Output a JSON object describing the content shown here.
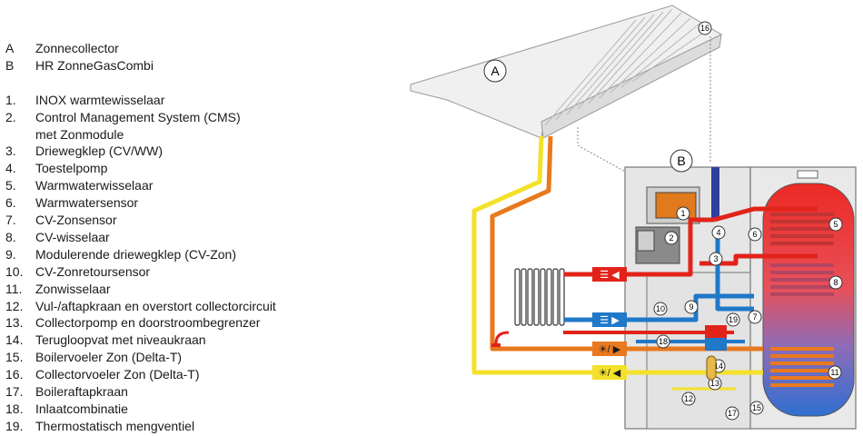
{
  "legend": {
    "parts": [
      {
        "key": "A",
        "label": "Zonnecollector"
      },
      {
        "key": "B",
        "label": "HR ZonneGasCombi"
      }
    ],
    "components": [
      {
        "key": "1.",
        "label": "INOX warmtewisselaar"
      },
      {
        "key": "2.",
        "label": "Control  Management System (CMS)"
      },
      {
        "key": "",
        "label": "met Zonmodule"
      },
      {
        "key": "3.",
        "label": "Driewegklep (CV/WW)"
      },
      {
        "key": "4.",
        "label": "Toestelpomp"
      },
      {
        "key": "5.",
        "label": "Warmwaterwisselaar"
      },
      {
        "key": "6.",
        "label": "Warmwatersensor"
      },
      {
        "key": "7.",
        "label": "CV-Zonsensor"
      },
      {
        "key": "8.",
        "label": "CV-wisselaar"
      },
      {
        "key": "9.",
        "label": "Modulerende driewegklep (CV-Zon)"
      },
      {
        "key": "10.",
        "label": "CV-Zonretoursensor"
      },
      {
        "key": "11.",
        "label": "Zonwisselaar"
      },
      {
        "key": "12.",
        "label": "Vul-/aftapkraan en overstort collectorcircuit"
      },
      {
        "key": "13.",
        "label": "Collectorpomp en doorstroombegrenzer"
      },
      {
        "key": "14.",
        "label": "Terugloopvat met niveaukraan"
      },
      {
        "key": "15.",
        "label": "Boilervoeler Zon (Delta-T)"
      },
      {
        "key": "16.",
        "label": "Collectorvoeler Zon (Delta-T)"
      },
      {
        "key": "17.",
        "label": "Boileraftapkraan"
      },
      {
        "key": "18.",
        "label": "Inlaatcombinatie"
      },
      {
        "key": "19.",
        "label": "Thermostatisch mengventiel"
      }
    ]
  },
  "diagram": {
    "big_labels": {
      "collector": "A",
      "boiler": "B"
    },
    "markers": {
      "m1": "1",
      "m2": "2",
      "m3": "3",
      "m4": "4",
      "m5": "5",
      "m6": "6",
      "m7": "7",
      "m8": "8",
      "m9": "9",
      "m10": "10",
      "m11": "11",
      "m12": "12",
      "m13": "13",
      "m14": "14",
      "m15": "15",
      "m16": "16",
      "m17": "17",
      "m18": "18",
      "m19": "19"
    },
    "colors": {
      "hot": "#e2231a",
      "cold": "#1f78c8",
      "solar_hot": "#e8791e",
      "solar_cold": "#f3e12b",
      "tank_red": "#e8372c",
      "tank_blue": "#3a6fc4",
      "cabinet": "#e6e6e6"
    },
    "icons": [
      "radiator-icon",
      "tap-icon",
      "sun-icon",
      "arrow-icon"
    ]
  }
}
